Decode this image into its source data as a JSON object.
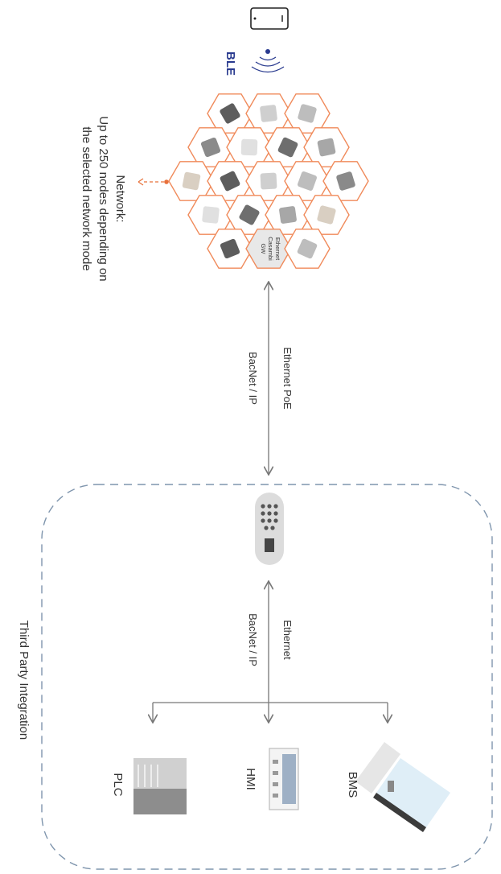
{
  "ble_label": "BLE",
  "network": {
    "title": "Network:",
    "line1": "Up to 250 nodes depending on",
    "line2": "the selected network mode"
  },
  "gateway_label": {
    "line1": "Ethernet",
    "line2": "Casambi",
    "line3": "GW"
  },
  "link_upper": {
    "top": "Ethernet PoE",
    "bottom": "BacNet / IP"
  },
  "link_lower": {
    "top": "Ethernet",
    "bottom": "BacNet / IP"
  },
  "third_party_label": "Third Party Integration",
  "endpoints": {
    "bms": "BMS",
    "hmi": "HMI",
    "plc": "PLC"
  },
  "colors": {
    "hex_stroke": "#f08a5a",
    "accent_orange": "#e8703a",
    "ble_blue": "#2a3b8f",
    "dash_blue": "#7f95ad",
    "line_gray": "#777777"
  }
}
